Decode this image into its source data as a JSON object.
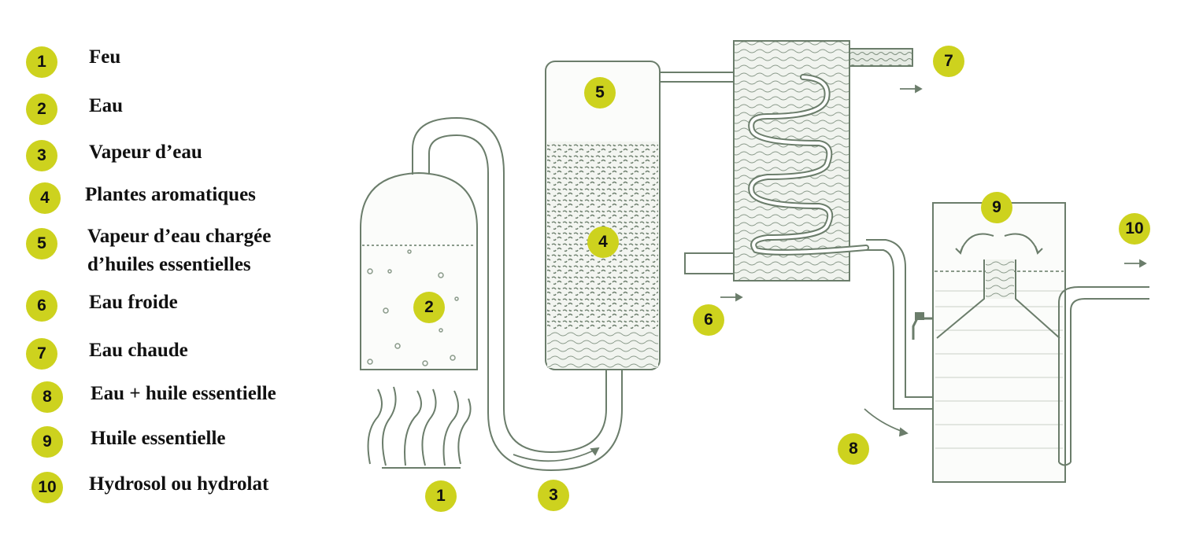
{
  "legend": [
    {
      "num": "1",
      "label": "Feu"
    },
    {
      "num": "2",
      "label": "Eau"
    },
    {
      "num": "3",
      "label": "Vapeur d’eau"
    },
    {
      "num": "4",
      "label": "Plantes aromatiques"
    },
    {
      "num": "5",
      "label": "Vapeur d’eau chargée\nd’huiles essentielles"
    },
    {
      "num": "6",
      "label": "Eau froide"
    },
    {
      "num": "7",
      "label": "Eau chaude"
    },
    {
      "num": "8",
      "label": "Eau + huile essentielle"
    },
    {
      "num": "9",
      "label": "Huile essentielle"
    },
    {
      "num": "10",
      "label": "Hydrosol ou hydrolat"
    }
  ],
  "markers": {
    "m1": "1",
    "m2": "2",
    "m3": "3",
    "m4": "4",
    "m5": "5",
    "m6": "6",
    "m7": "7",
    "m8": "8",
    "m9": "9",
    "m10": "10"
  },
  "colors": {
    "badge": "#cdd21e",
    "line": "#6b7d6b",
    "fill_light": "#eef1ec",
    "hatch": "#8a9a8a"
  }
}
